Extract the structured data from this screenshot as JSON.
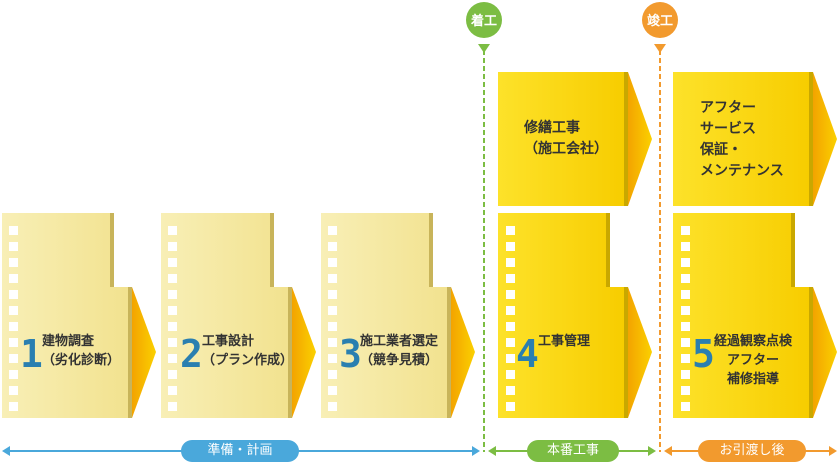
{
  "milestones": {
    "start": "着工",
    "completion": "竣工"
  },
  "steps": [
    {
      "number": "1",
      "title": "建物調査",
      "subtitle": "（劣化診断）"
    },
    {
      "number": "2",
      "title": "工事設計",
      "subtitle": "（プラン作成）"
    },
    {
      "number": "3",
      "title": "施工業者選定",
      "subtitle": "（競争見積）"
    },
    {
      "number": "4",
      "title": "工事管理"
    },
    {
      "number": "5",
      "title": "経過観察点検",
      "subtitle": "アフター",
      "subtitle2": "補修指導"
    }
  ],
  "top_boxes": {
    "construction": {
      "line1": "修繕工事",
      "line2": "（施工会社）"
    },
    "after": {
      "line1": "アフター",
      "line2": "サービス",
      "line3": "保証・",
      "line4": "メンテナンス"
    }
  },
  "phases": {
    "planning": "準備・計画",
    "construction": "本番工事",
    "handover": "お引渡し後"
  },
  "colors": {
    "pale_yellow": "#f7ecaa",
    "bright_yellow": "#fbd600",
    "arrow_orange": "#f5a800",
    "blue": "#4aa8db",
    "green": "#7cbd43",
    "orange": "#f29a2e"
  }
}
